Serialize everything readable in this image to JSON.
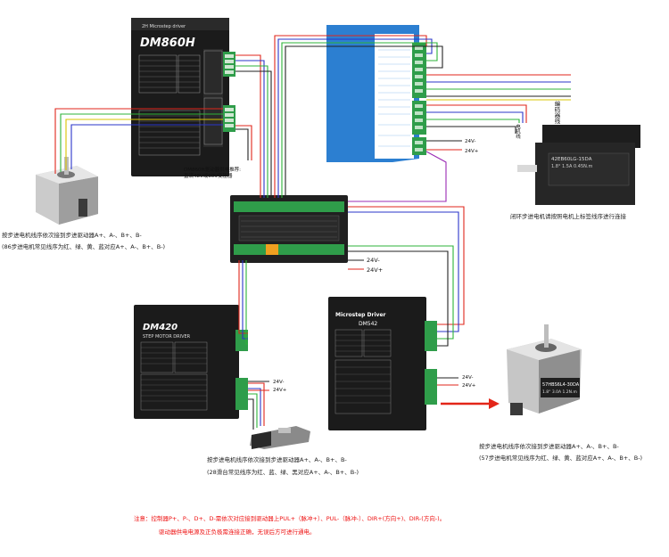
{
  "drivers": {
    "dm860h": {
      "brand_line": "2H Microstep driver",
      "model": "DM860H"
    },
    "closed_loop": {
      "model": "42EB60LG-15DA",
      "spec_line": "1.8°  1.5A  0.45N.m"
    },
    "dm420": {
      "model": "DM420",
      "subtitle": "STEP MOTOR DRIVER"
    },
    "dm542": {
      "title": "Microstep Driver",
      "model": "DM542"
    }
  },
  "power_labels": {
    "controller_neg": "24V-",
    "controller_pos": "24V+",
    "blue_neg": "24V-",
    "blue_pos": "24V+",
    "dm420_neg": "24V-",
    "dm420_pos": "24V+",
    "dm542_neg": "24V-",
    "dm542_pos": "24V+"
  },
  "motor_labels": {
    "nema23_model": "57HBS6L4-30DA",
    "nema23_spec": "1.8°  3.0A  1.2N.m"
  },
  "annotations": {
    "dm860h_power_note_line1": "DM860H驱动器供电推荐:",
    "dm860h_power_note_line2": "直流48V或60V变压器",
    "encoder_label": "编码器线",
    "motor_line_label": "电机线",
    "closed_loop_caption": "闭环步进电机请按照电机上标签线序进行连接",
    "left_caption_line1": "按步进电机线序依次接到步进驱动器A+、A-、B+、B-",
    "left_caption_line2": "(86步进电机常见线序为红、绿、黄、蓝对应A+、A-、B+、B-)",
    "bottom_center_line1": "按步进电机线序依次接到步进驱动器A+、A-、B+、B-",
    "bottom_center_line2": "(28滑台常见线序为红、蓝、绿、黑对应A+、A-、B+、B-)",
    "right_caption_line1": "按步进电机线序依次接到步进驱动器A+、A-、B+、B-",
    "right_caption_line2": "(57步进电机常见线序为红、绿、黄、蓝对应A+、A-、B+、B-)"
  },
  "footer_note": {
    "line1": "注意：控制器P+、P-、D+、D-需依次对应接到驱动器上PUL+（脉冲+）、PUL-（脉冲-）、DIR+(方向+)、DIR-(方向-)。",
    "line2": "驱动器供电电源及正负极需连接正确，无误后方可进行通电。"
  },
  "colors": {
    "wire_red": "#e0261b",
    "wire_blue": "#2a35c9",
    "wire_green": "#2cb338",
    "wire_yellow": "#d8c400",
    "wire_purple": "#9b2bb5",
    "wire_black": "#222222",
    "driver_dark": "#1b1b1b",
    "blue_driver": "#2c7fd1",
    "terminal_green": "#2f9d4a",
    "arrow_red": "#e32619"
  }
}
